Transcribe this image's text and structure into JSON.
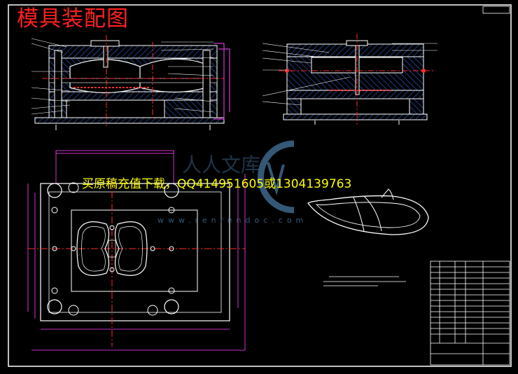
{
  "drawing": {
    "title": "模具装配图",
    "overlay_text": "买原稿充值下载，QQ414951605或1304139763",
    "watermark_url": "www.renrendoc.com",
    "colors": {
      "background": "#000000",
      "frame": "#ffffff",
      "outline": "#ffffff",
      "hatch": "#2a5cc4",
      "centerline": "#ff2a2a",
      "dimension": "#ff40ff",
      "title": "#ff2020",
      "overlay": "#ffff00",
      "watermark": "#5fa0d8"
    },
    "icons": {
      "watermark_logo": "c-shaped-watermark-logo"
    }
  }
}
